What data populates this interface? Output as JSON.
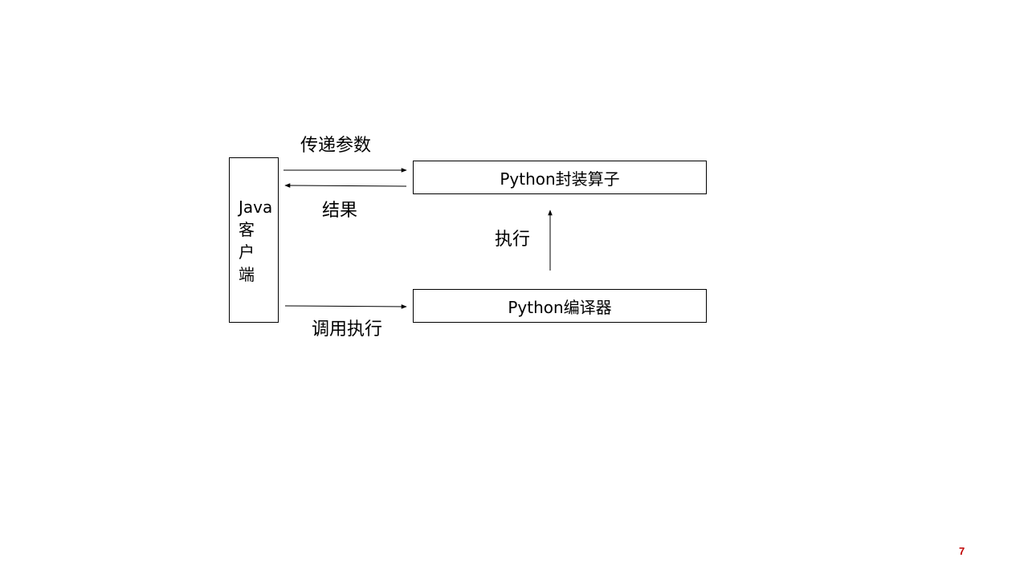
{
  "java_client": {
    "line1": "Java",
    "line2": "客",
    "line3": "户",
    "line4": "端"
  },
  "python_operator": {
    "label": "Python封装算子"
  },
  "python_interpreter": {
    "label": "Python编译器"
  },
  "edges": {
    "pass_params": "传递参数",
    "result": "结果",
    "execute": "执行",
    "invoke_execute": "调用执行"
  },
  "page_number": "7",
  "colors": {
    "page_number": "#c00000",
    "stroke": "#000000"
  }
}
